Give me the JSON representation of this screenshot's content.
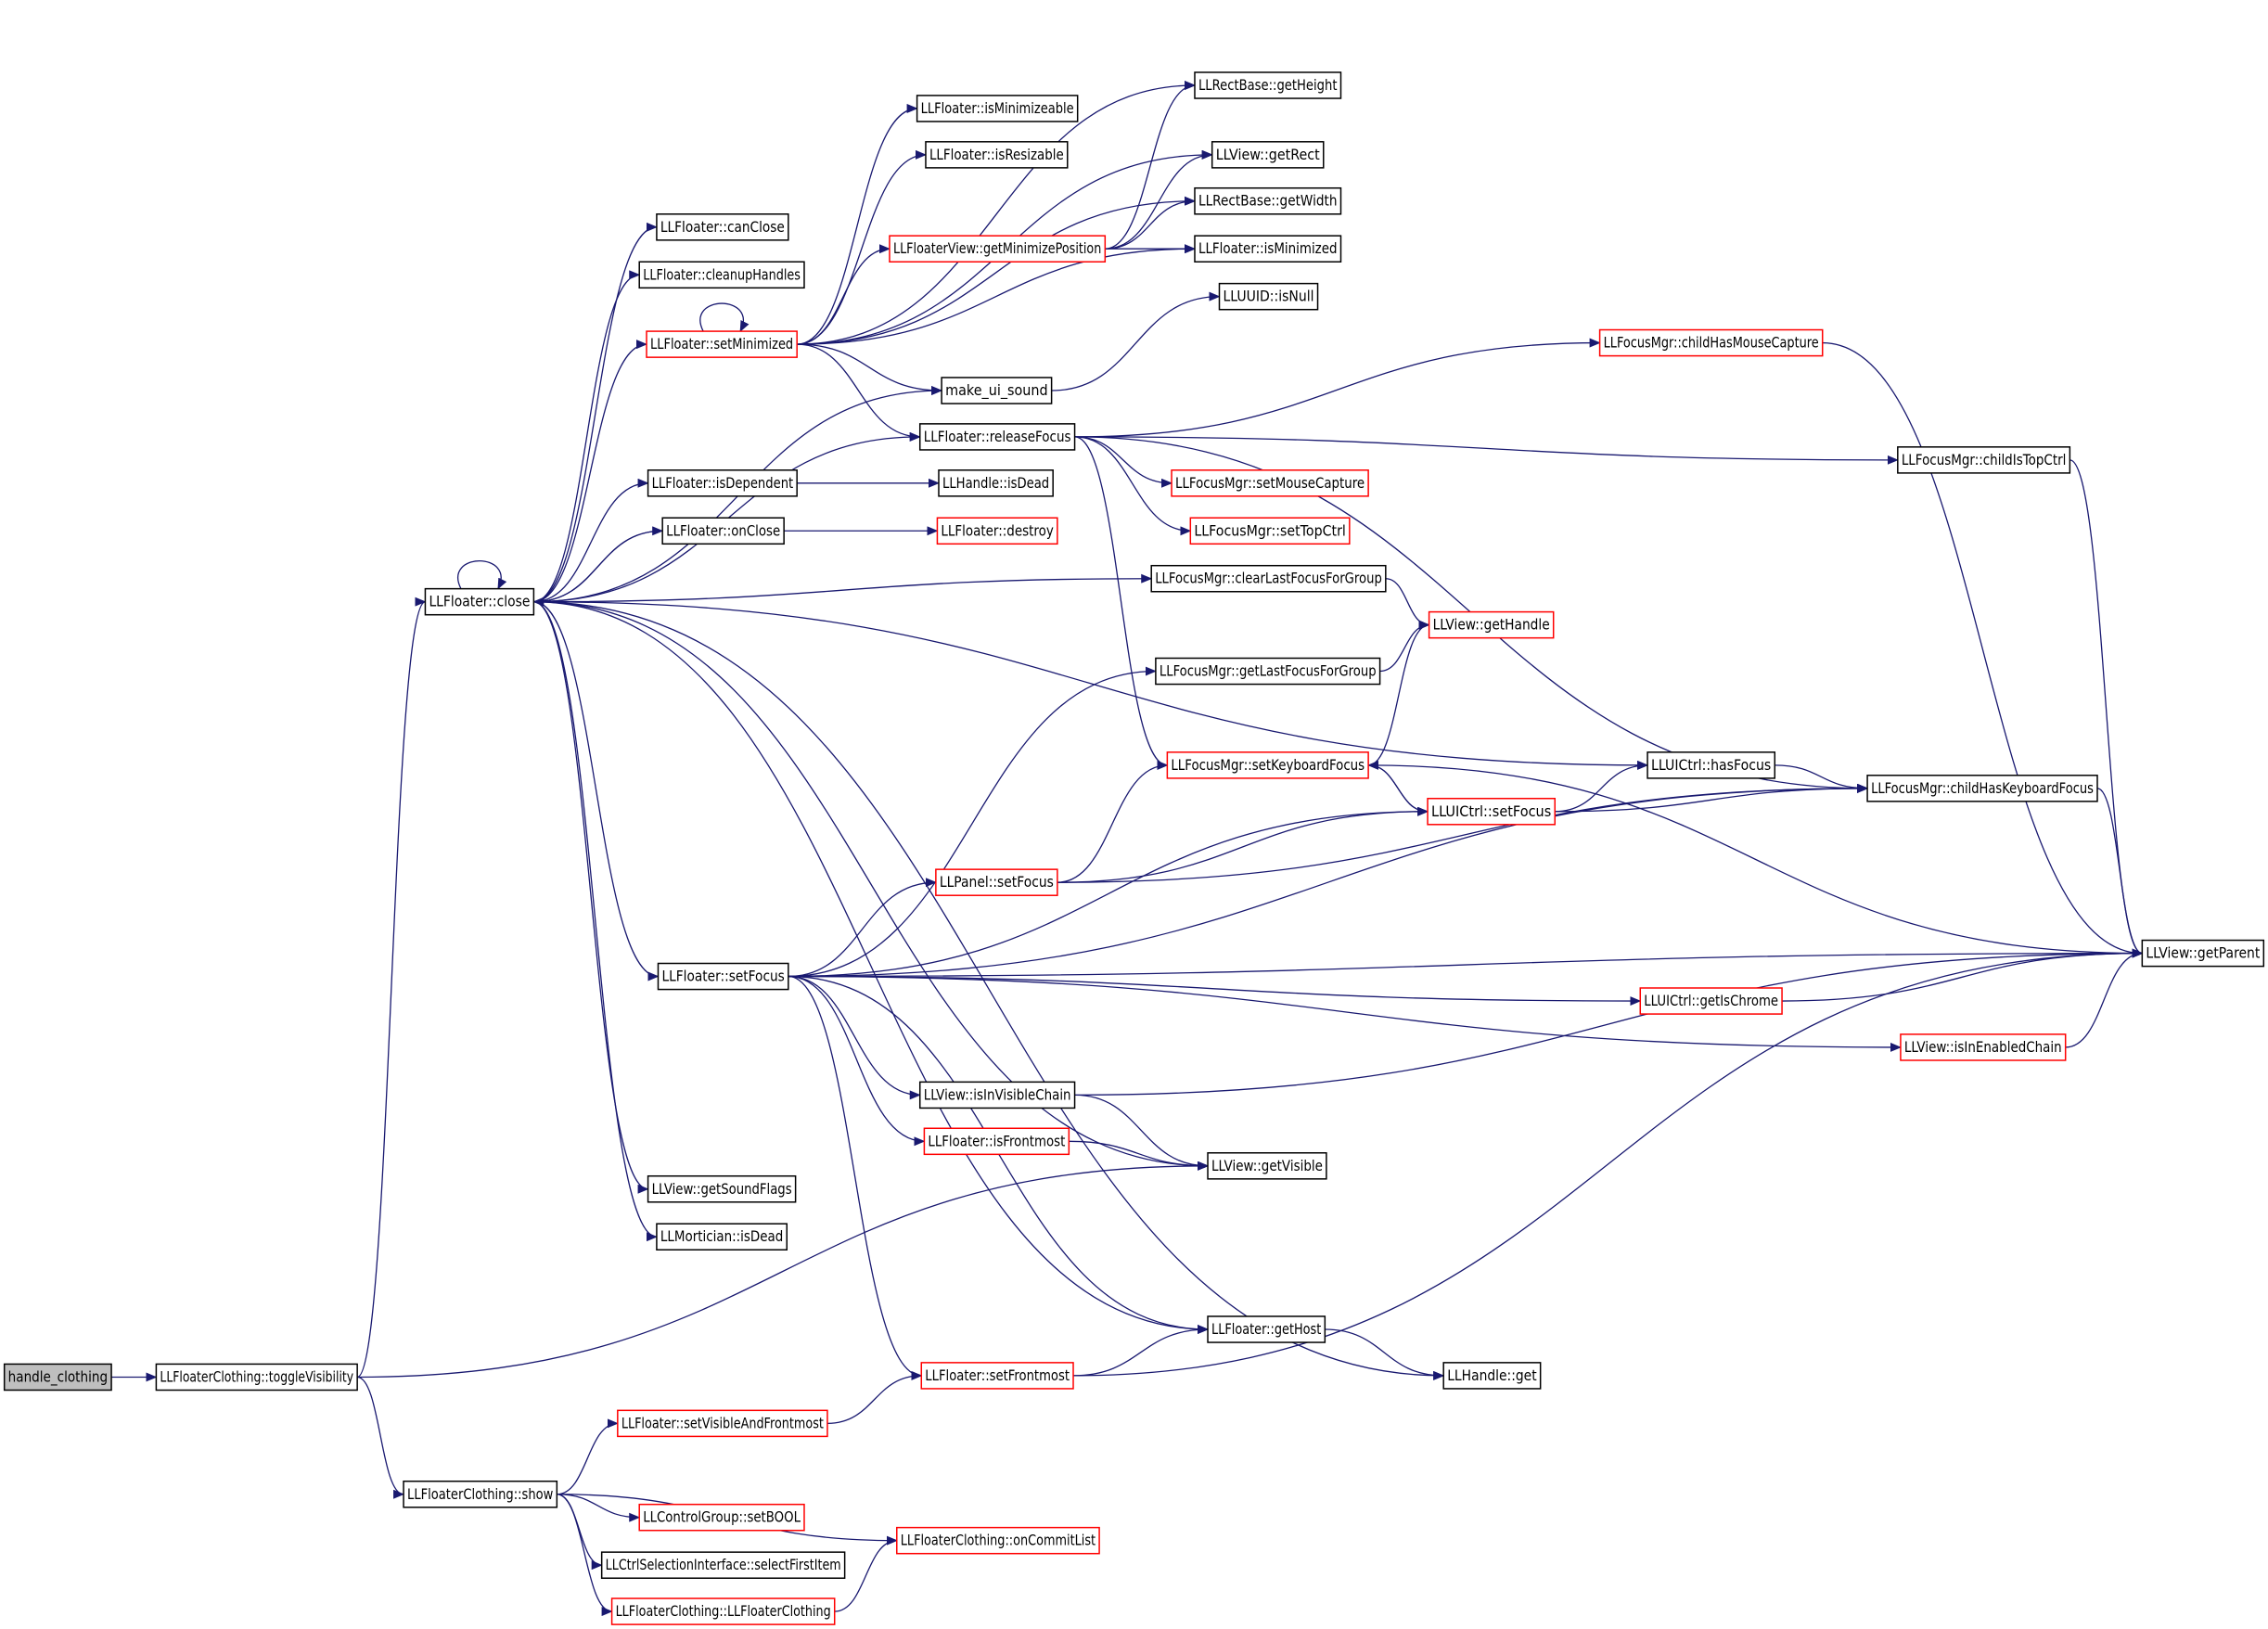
{
  "colors": {
    "edge": "#191970",
    "border_black": "#000000",
    "border_red": "#ff0000",
    "root_fill": "#bfbfbf",
    "node_fill": "#ffffff",
    "text": "#000000"
  },
  "nodes": [
    {
      "id": "handle_clothing",
      "label": "handle_clothing",
      "border": "black",
      "root": true
    },
    {
      "id": "toggleVisibility",
      "label": "LLFloaterClothing::toggleVisibility",
      "border": "black"
    },
    {
      "id": "close",
      "label": "LLFloater::close",
      "border": "black"
    },
    {
      "id": "canClose",
      "label": "LLFloater::canClose",
      "border": "black"
    },
    {
      "id": "cleanupHandles",
      "label": "LLFloater::cleanupHandles",
      "border": "black"
    },
    {
      "id": "setMinimized",
      "label": "LLFloater::setMinimized",
      "border": "red"
    },
    {
      "id": "isMinimizeable",
      "label": "LLFloater::isMinimizeable",
      "border": "black"
    },
    {
      "id": "isResizable",
      "label": "LLFloater::isResizable",
      "border": "black"
    },
    {
      "id": "getMinimizePosition",
      "label": "LLFloaterView::getMinimizePosition",
      "border": "red"
    },
    {
      "id": "getHeight",
      "label": "LLRectBase::getHeight",
      "border": "black"
    },
    {
      "id": "getRect",
      "label": "LLView::getRect",
      "border": "black"
    },
    {
      "id": "getWidth",
      "label": "LLRectBase::getWidth",
      "border": "black"
    },
    {
      "id": "isMinimized",
      "label": "LLFloater::isMinimized",
      "border": "black"
    },
    {
      "id": "isNull",
      "label": "LLUUID::isNull",
      "border": "black"
    },
    {
      "id": "make_ui_sound",
      "label": "make_ui_sound",
      "border": "black"
    },
    {
      "id": "releaseFocus",
      "label": "LLFloater::releaseFocus",
      "border": "black"
    },
    {
      "id": "childHasMouseCapture",
      "label": "LLFocusMgr::childHasMouseCapture",
      "border": "red"
    },
    {
      "id": "childIsTopCtrl",
      "label": "LLFocusMgr::childIsTopCtrl",
      "border": "black"
    },
    {
      "id": "setMouseCapture",
      "label": "LLFocusMgr::setMouseCapture",
      "border": "red"
    },
    {
      "id": "setTopCtrl",
      "label": "LLFocusMgr::setTopCtrl",
      "border": "red"
    },
    {
      "id": "isDependent",
      "label": "LLFloater::isDependent",
      "border": "black"
    },
    {
      "id": "isDead",
      "label": "LLHandle::isDead",
      "border": "black"
    },
    {
      "id": "onClose",
      "label": "LLFloater::onClose",
      "border": "black"
    },
    {
      "id": "destroy",
      "label": "LLFloater::destroy",
      "border": "red"
    },
    {
      "id": "clearLastFocusForGroup",
      "label": "LLFocusMgr::clearLastFocusForGroup",
      "border": "black"
    },
    {
      "id": "getHandle",
      "label": "LLView::getHandle",
      "border": "red"
    },
    {
      "id": "getLastFocusForGroup",
      "label": "LLFocusMgr::getLastFocusForGroup",
      "border": "black"
    },
    {
      "id": "setKeyboardFocus",
      "label": "LLFocusMgr::setKeyboardFocus",
      "border": "red"
    },
    {
      "id": "hasFocus",
      "label": "LLUICtrl::hasFocus",
      "border": "black"
    },
    {
      "id": "uiSetFocus",
      "label": "LLUICtrl::setFocus",
      "border": "red"
    },
    {
      "id": "childHasKeyboardFocus",
      "label": "LLFocusMgr::childHasKeyboardFocus",
      "border": "black"
    },
    {
      "id": "panelSetFocus",
      "label": "LLPanel::setFocus",
      "border": "red"
    },
    {
      "id": "floaterSetFocus",
      "label": "LLFloater::setFocus",
      "border": "black"
    },
    {
      "id": "getParent",
      "label": "LLView::getParent",
      "border": "black"
    },
    {
      "id": "getIsChrome",
      "label": "LLUICtrl::getIsChrome",
      "border": "red"
    },
    {
      "id": "isInEnabledChain",
      "label": "LLView::isInEnabledChain",
      "border": "red"
    },
    {
      "id": "isInVisibleChain",
      "label": "LLView::isInVisibleChain",
      "border": "black"
    },
    {
      "id": "isFrontmost",
      "label": "LLFloater::isFrontmost",
      "border": "red"
    },
    {
      "id": "getVisible",
      "label": "LLView::getVisible",
      "border": "black"
    },
    {
      "id": "getSoundFlags",
      "label": "LLView::getSoundFlags",
      "border": "black"
    },
    {
      "id": "morticianIsDead",
      "label": "LLMortician::isDead",
      "border": "black"
    },
    {
      "id": "getHost",
      "label": "LLFloater::getHost",
      "border": "black"
    },
    {
      "id": "setFrontmost",
      "label": "LLFloater::setFrontmost",
      "border": "red"
    },
    {
      "id": "handleGet",
      "label": "LLHandle::get",
      "border": "black"
    },
    {
      "id": "setVisibleAndFrontmost",
      "label": "LLFloater::setVisibleAndFrontmost",
      "border": "red"
    },
    {
      "id": "show",
      "label": "LLFloaterClothing::show",
      "border": "black"
    },
    {
      "id": "setBOOL",
      "label": "LLControlGroup::setBOOL",
      "border": "red"
    },
    {
      "id": "onCommitList",
      "label": "LLFloaterClothing::onCommitList",
      "border": "red"
    },
    {
      "id": "selectFirstItem",
      "label": "LLCtrlSelectionInterface::selectFirstItem",
      "border": "black"
    },
    {
      "id": "ctor",
      "label": "LLFloaterClothing::LLFloaterClothing",
      "border": "red"
    }
  ],
  "edges": [
    [
      "handle_clothing",
      "toggleVisibility"
    ],
    [
      "toggleVisibility",
      "close"
    ],
    [
      "toggleVisibility",
      "getVisible"
    ],
    [
      "toggleVisibility",
      "show"
    ],
    [
      "close",
      "close"
    ],
    [
      "close",
      "canClose"
    ],
    [
      "close",
      "cleanupHandles"
    ],
    [
      "close",
      "setMinimized"
    ],
    [
      "close",
      "make_ui_sound"
    ],
    [
      "close",
      "releaseFocus"
    ],
    [
      "close",
      "isDependent"
    ],
    [
      "close",
      "onClose"
    ],
    [
      "close",
      "clearLastFocusForGroup"
    ],
    [
      "close",
      "hasFocus"
    ],
    [
      "close",
      "floaterSetFocus"
    ],
    [
      "close",
      "getVisible"
    ],
    [
      "close",
      "getSoundFlags"
    ],
    [
      "close",
      "morticianIsDead"
    ],
    [
      "close",
      "getHost"
    ],
    [
      "close",
      "handleGet"
    ],
    [
      "setMinimized",
      "setMinimized"
    ],
    [
      "setMinimized",
      "isMinimizeable"
    ],
    [
      "setMinimized",
      "isResizable"
    ],
    [
      "setMinimized",
      "getMinimizePosition"
    ],
    [
      "setMinimized",
      "getHeight"
    ],
    [
      "setMinimized",
      "getRect"
    ],
    [
      "setMinimized",
      "getWidth"
    ],
    [
      "setMinimized",
      "isMinimized"
    ],
    [
      "setMinimized",
      "make_ui_sound"
    ],
    [
      "setMinimized",
      "releaseFocus"
    ],
    [
      "getMinimizePosition",
      "getHeight"
    ],
    [
      "getMinimizePosition",
      "getRect"
    ],
    [
      "getMinimizePosition",
      "getWidth"
    ],
    [
      "getMinimizePosition",
      "isMinimized"
    ],
    [
      "make_ui_sound",
      "isNull"
    ],
    [
      "releaseFocus",
      "childHasMouseCapture"
    ],
    [
      "releaseFocus",
      "childIsTopCtrl"
    ],
    [
      "releaseFocus",
      "setMouseCapture"
    ],
    [
      "releaseFocus",
      "setTopCtrl"
    ],
    [
      "releaseFocus",
      "childHasKeyboardFocus"
    ],
    [
      "releaseFocus",
      "setKeyboardFocus"
    ],
    [
      "childHasMouseCapture",
      "getParent"
    ],
    [
      "childIsTopCtrl",
      "getParent"
    ],
    [
      "isDependent",
      "isDead"
    ],
    [
      "onClose",
      "destroy"
    ],
    [
      "onClose",
      "close"
    ],
    [
      "clearLastFocusForGroup",
      "getHandle"
    ],
    [
      "getLastFocusForGroup",
      "getHandle"
    ],
    [
      "setKeyboardFocus",
      "getHandle"
    ],
    [
      "setKeyboardFocus",
      "uiSetFocus"
    ],
    [
      "setKeyboardFocus",
      "getParent"
    ],
    [
      "uiSetFocus",
      "setKeyboardFocus"
    ],
    [
      "uiSetFocus",
      "hasFocus"
    ],
    [
      "uiSetFocus",
      "childHasKeyboardFocus"
    ],
    [
      "hasFocus",
      "childHasKeyboardFocus"
    ],
    [
      "childHasKeyboardFocus",
      "getParent"
    ],
    [
      "panelSetFocus",
      "setKeyboardFocus"
    ],
    [
      "panelSetFocus",
      "uiSetFocus"
    ],
    [
      "panelSetFocus",
      "childHasKeyboardFocus"
    ],
    [
      "floaterSetFocus",
      "getLastFocusForGroup"
    ],
    [
      "floaterSetFocus",
      "uiSetFocus"
    ],
    [
      "floaterSetFocus",
      "childHasKeyboardFocus"
    ],
    [
      "floaterSetFocus",
      "panelSetFocus"
    ],
    [
      "floaterSetFocus",
      "getParent"
    ],
    [
      "floaterSetFocus",
      "getIsChrome"
    ],
    [
      "floaterSetFocus",
      "isInEnabledChain"
    ],
    [
      "floaterSetFocus",
      "isInVisibleChain"
    ],
    [
      "floaterSetFocus",
      "isFrontmost"
    ],
    [
      "floaterSetFocus",
      "getHost"
    ],
    [
      "floaterSetFocus",
      "setFrontmost"
    ],
    [
      "getIsChrome",
      "getParent"
    ],
    [
      "isInEnabledChain",
      "getParent"
    ],
    [
      "isInVisibleChain",
      "getParent"
    ],
    [
      "isInVisibleChain",
      "getVisible"
    ],
    [
      "isFrontmost",
      "getVisible"
    ],
    [
      "getHost",
      "handleGet"
    ],
    [
      "setFrontmost",
      "getHost"
    ],
    [
      "setFrontmost",
      "getParent"
    ],
    [
      "setVisibleAndFrontmost",
      "setFrontmost"
    ],
    [
      "show",
      "setVisibleAndFrontmost"
    ],
    [
      "show",
      "setBOOL"
    ],
    [
      "show",
      "onCommitList"
    ],
    [
      "show",
      "selectFirstItem"
    ],
    [
      "show",
      "ctor"
    ],
    [
      "ctor",
      "onCommitList"
    ]
  ]
}
